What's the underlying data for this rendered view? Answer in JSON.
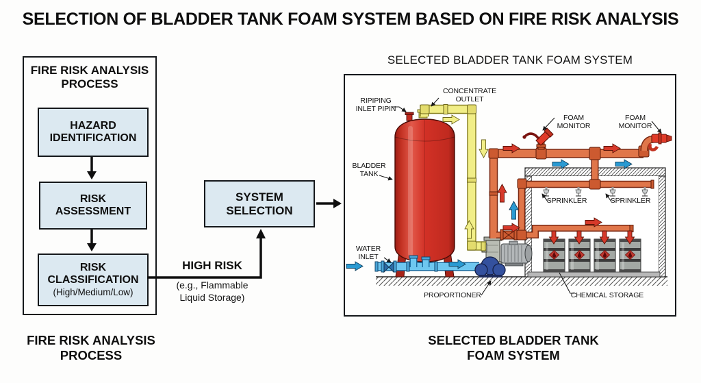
{
  "title": "SELECTION OF BLADDER TANK FOAM SYSTEM BASED ON FIRE RISK ANALYSIS",
  "left_panel": {
    "header": "FIRE RISK ANALYSIS\nPROCESS",
    "steps": [
      {
        "label": "HAZARD\nIDENTIFICATION"
      },
      {
        "label": "RISK\nASSESSMENT"
      },
      {
        "label": "RISK\nCLASSIFICATION",
        "sublabel": "(High/Medium/Low)"
      }
    ],
    "caption": "FIRE RISK ANALYSIS\nPROCESS"
  },
  "connector": {
    "label": "HIGH RISK",
    "sublabel": "(e.g., Flammable\nLiquid Storage)"
  },
  "system_selection": {
    "label": "SYSTEM\nSELECTION"
  },
  "right_panel": {
    "header": "SELECTED BLADDER TANK FOAM SYSTEM",
    "caption": "SELECTED BLADDER TANK\nFOAM SYSTEM",
    "labels": {
      "piping_inlet": "RIPIPING\nINLET PIPIN",
      "concentrate_outlet": "CONCENTRATE\nOUTLET",
      "foam_monitor_left": "FOAM\nMONITOR",
      "foam_monitor_right": "FOAM\nMONITOR",
      "bladder_tank": "BLADDER\nTANK",
      "water_inlet": "WATER\nINLET",
      "sprinkler_left": "SPRINKLER",
      "sprinkler_right": "SPRINKLER",
      "proportioner": "PROPORTIONER",
      "chemical_storage": "CHEMICAL STORAGE"
    }
  },
  "palette": {
    "box_fill": "#dce9f1",
    "outline": "#15181b",
    "tank_red": "#d23126",
    "pipe_yellow": "#f1ee87",
    "pipe_orange": "#e0764a",
    "foam_arrow_red": "#d6392a",
    "water_blue": "#6ec7f0",
    "arrow_blue": "#2a9ad2",
    "proportioner_blue": "#34519e",
    "drum_gray": "#a3a8a4",
    "hazard_diamond_red": "#c13a30"
  }
}
